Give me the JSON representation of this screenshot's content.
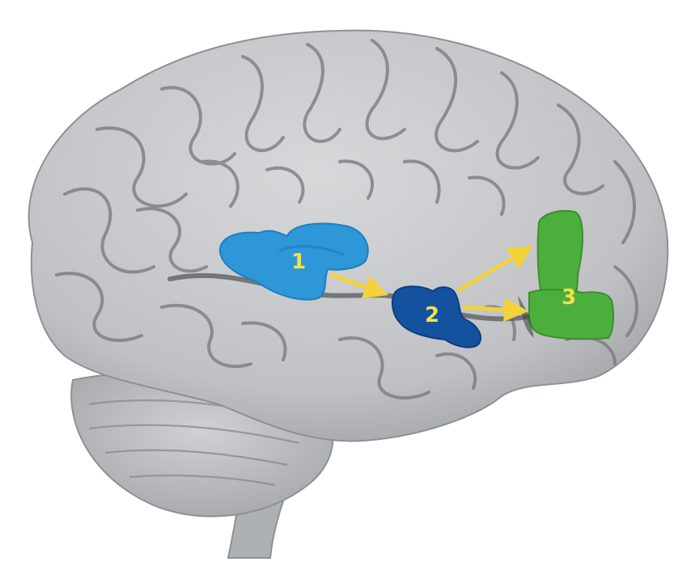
{
  "labels": {
    "region_1": "1",
    "region_2": "2",
    "region_3": "3"
  },
  "colors": {
    "brain": "#c4c6c9",
    "brain_shadow": "#8e9194",
    "sulcus": "#6f7276",
    "region_1": "#2d97d8",
    "region_2": "#14519e",
    "region_3": "#4caf3c",
    "arrow": "#f3d23a",
    "label": "#f5e04a"
  }
}
